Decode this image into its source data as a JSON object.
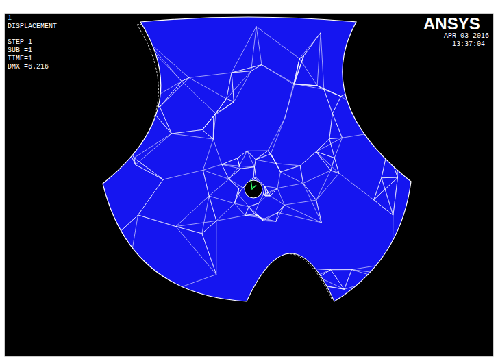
{
  "diagram": {
    "labels": [
      "1",
      "DISPLACEMENT",
      "STEP=1",
      "SUB =1",
      "TIME=1",
      "DMX =6.216",
      "ANSYS",
      "APR 03 2016",
      "13:37:04"
    ]
  }
}
